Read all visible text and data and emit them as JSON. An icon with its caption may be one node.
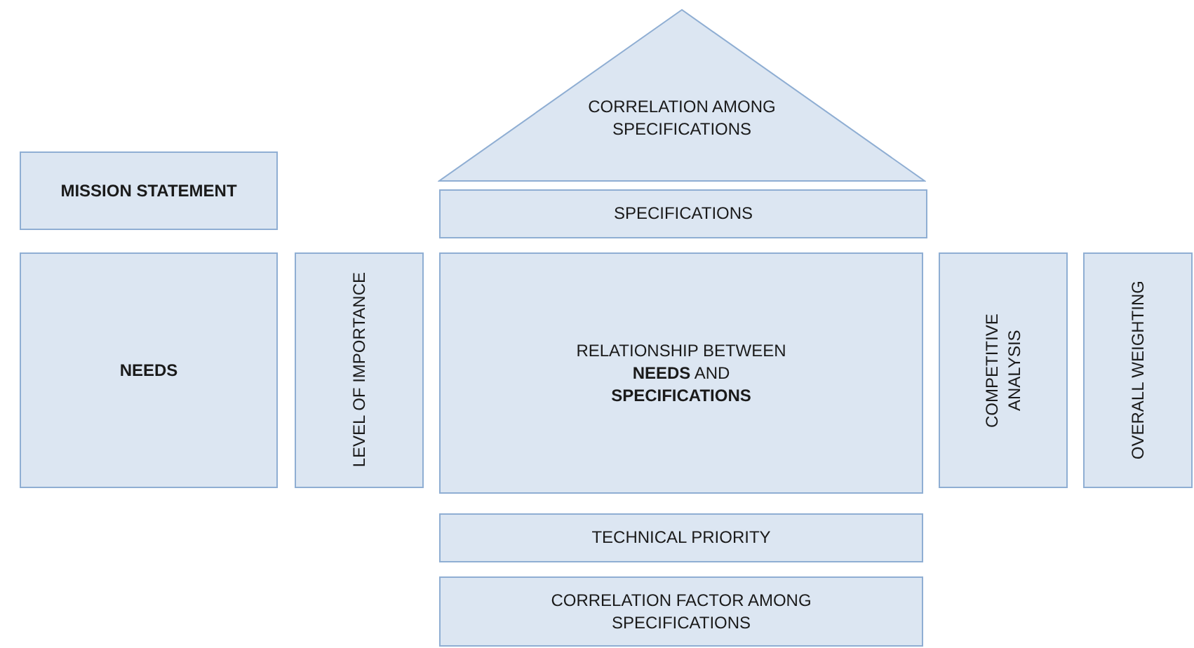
{
  "diagram": {
    "nodes": [
      {
        "text": [
          "CORRELATION AMONG SPECIFICATIONS"
        ]
      },
      {
        "text": [
          "MISSION STATEMENT"
        ]
      },
      {
        "text": [
          "SPECIFICATIONS"
        ]
      },
      {
        "text": [
          "NEEDS"
        ]
      },
      {
        "text": [
          "LEVEL OF IMPORTANCE"
        ]
      },
      {
        "text": [
          "RELATIONSHIP BETWEEN **NEEDS** AND **SPECIFICATIONS**"
        ]
      },
      {
        "text": [
          "COMPETITIVE ANALYSIS"
        ]
      },
      {
        "text": [
          "OVERALL WEIGHTING"
        ]
      },
      {
        "text": [
          "TECHNICAL PRIORITY"
        ]
      },
      {
        "text": [
          "CORRELATION FACTOR AMONG SPECIFICATIONS"
        ]
      }
    ]
  }
}
